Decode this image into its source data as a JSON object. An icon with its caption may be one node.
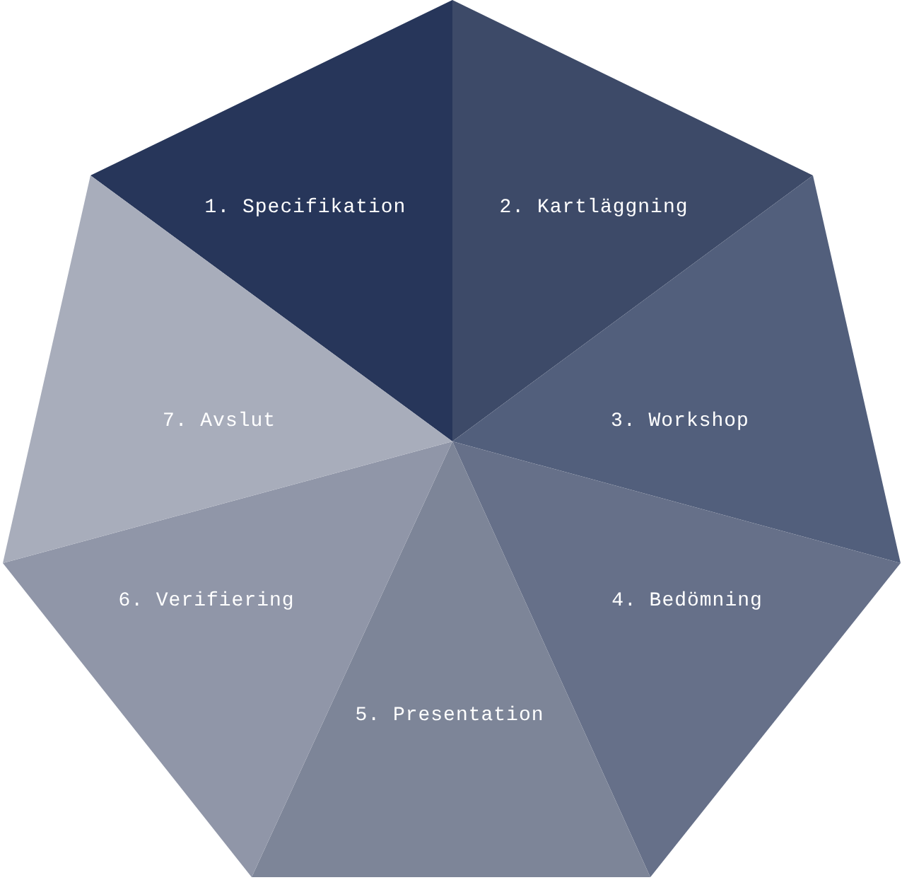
{
  "diagram": {
    "nodes": [
      {
        "text": [
          "1. Specifikation"
        ]
      },
      {
        "text": [
          "2. Kartläggning"
        ]
      },
      {
        "text": [
          "3. Workshop"
        ]
      },
      {
        "text": [
          "4. Bedömning"
        ]
      },
      {
        "text": [
          "5. Presentation"
        ]
      },
      {
        "text": [
          "6. Verifiering"
        ]
      },
      {
        "text": [
          "7. Avslut"
        ]
      }
    ]
  }
}
